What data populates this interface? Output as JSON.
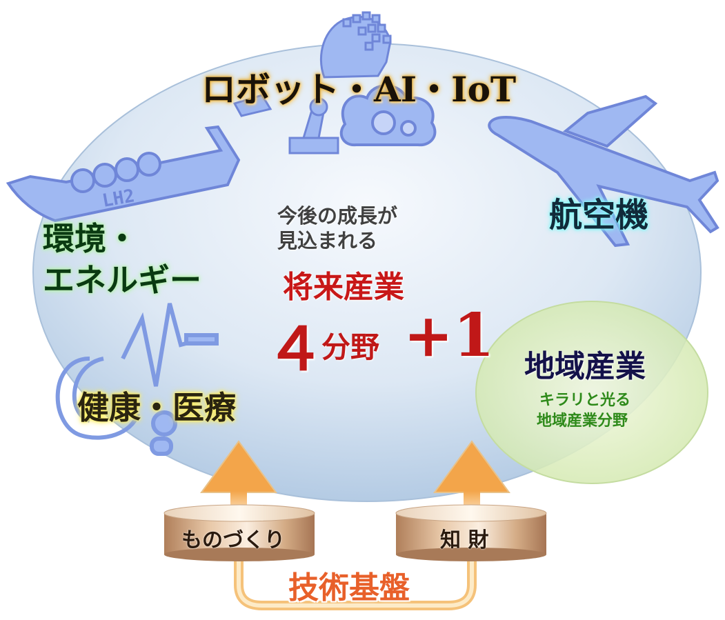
{
  "domains": {
    "robot_ai_iot": "ロボット・AI・IoT",
    "aircraft": "航空機",
    "energy_line1": "環境・",
    "energy_line2": "エネルギー",
    "health": "健康・医療"
  },
  "center": {
    "prospect_line1": "今後の成長が",
    "prospect_line2": "見込まれる",
    "future": "将来産業",
    "count_number": "４",
    "count_unit": "分野",
    "count_plus": "+1"
  },
  "regional": {
    "title": "地域産業",
    "sub_line1": "キラリと光る",
    "sub_line2": "地域産業分野"
  },
  "foundation": {
    "monozukuri": "ものづくり",
    "ip": "知 財",
    "tech_base": "技術基盤"
  },
  "ship_marking": "LH2",
  "colors": {
    "ellipse": "#c4d8ec",
    "icon_fill": "#9fb8f2",
    "icon_stroke": "#6f86d8",
    "regional_circle": "#e2efc4",
    "arrow": "#f4a64a",
    "pillar": "#c89a72",
    "future_red": "#c81818",
    "tech_orange": "#e8602a"
  }
}
